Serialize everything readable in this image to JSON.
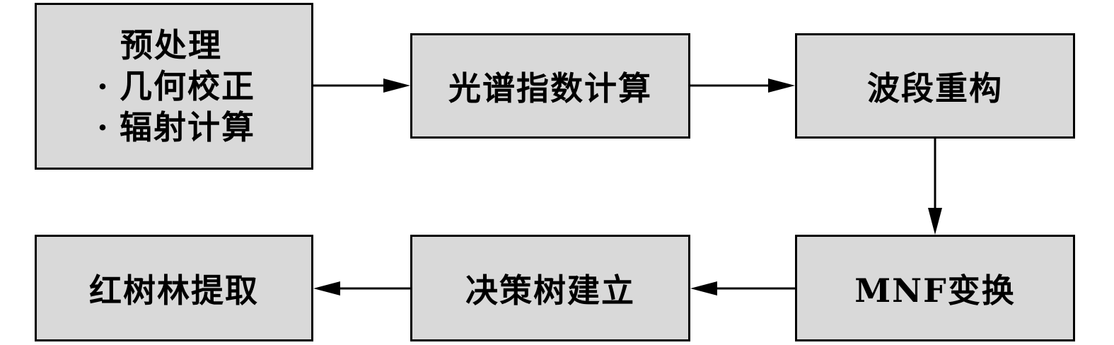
{
  "nodes": {
    "preprocess": {
      "title": "预处理",
      "bullet": "·",
      "items": [
        "几何校正",
        "辐射计算"
      ]
    },
    "spectral_index": {
      "label": "光谱指数计算"
    },
    "band_reconstruct": {
      "label": "波段重构"
    },
    "mnf": {
      "label": "MNF变换"
    },
    "decision_tree": {
      "label": "决策树建立"
    },
    "mangrove": {
      "label": "红树林提取"
    }
  },
  "colors": {
    "box_fill": "#d9d9d9",
    "stroke": "#000000"
  }
}
